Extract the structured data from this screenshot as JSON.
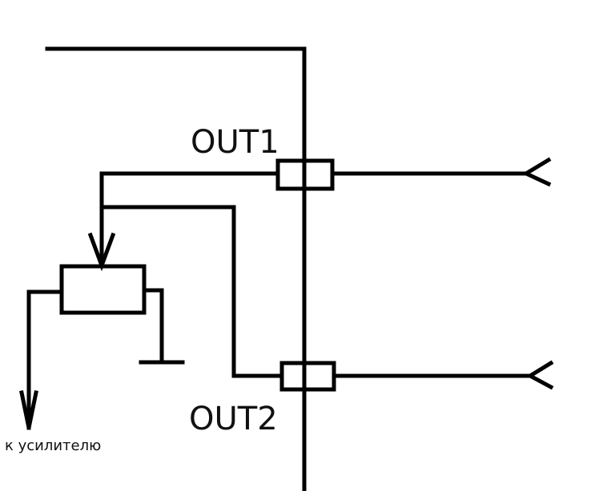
{
  "diagram": {
    "labels": {
      "out1": "OUT1",
      "out2": "OUT2",
      "to_amplifier": "к усилителю"
    },
    "colors": {
      "line": "#000000",
      "background": "#ffffff"
    },
    "components": [
      {
        "name": "bus-line",
        "type": "wire"
      },
      {
        "name": "connector-out1",
        "type": "connector"
      },
      {
        "name": "connector-out2",
        "type": "connector"
      },
      {
        "name": "potentiometer",
        "type": "variable-resistor"
      },
      {
        "name": "ground",
        "type": "ground-symbol"
      },
      {
        "name": "output-arrow",
        "type": "arrow",
        "target": "к усилителю"
      }
    ]
  }
}
